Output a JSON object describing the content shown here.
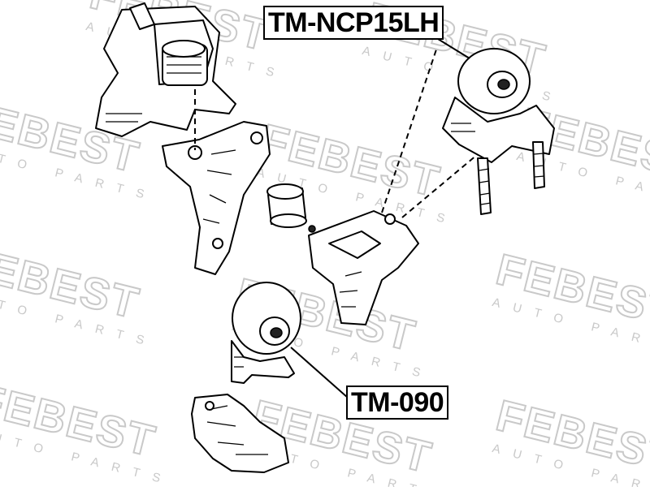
{
  "brand": {
    "watermark_word": "FEBEST",
    "watermark_sub": "AUTO PARTS",
    "watermark_color": "#c9c9c9"
  },
  "callouts": {
    "upper": "TM-NCP15LH",
    "lower": "TM-090"
  },
  "icons": {
    "left_mount": "engine-mount-bracket-icon",
    "right_mount": "rubber-mount-with-studs-icon",
    "lower_mount": "round-rubber-mount-icon"
  }
}
